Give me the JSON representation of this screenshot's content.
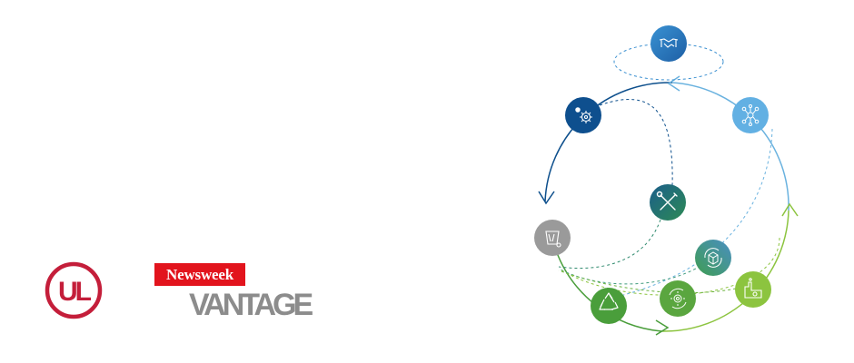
{
  "logos": {
    "ul_text": "UL",
    "newsweek_text": "Newsweek",
    "vantage_text": "VANTAGE"
  },
  "colors": {
    "ul_red": "#c41e3a",
    "newsweek_red": "#e2141d",
    "vantage_gray": "#8c8c8c",
    "dark_blue": "#0d4f8c",
    "light_blue": "#5aaee0",
    "teal": "#2f8a6e",
    "gray": "#9a9a9a",
    "green": "#4a9e3b",
    "lime": "#8cc43f"
  },
  "nodes": [
    {
      "icon": "handshake-icon",
      "color": "#2c7fc1"
    },
    {
      "icon": "network-icon",
      "color": "#62b0e3"
    },
    {
      "icon": "gears-icon",
      "color": "#0e4f8e"
    },
    {
      "icon": "tools-icon",
      "color": "#20707a"
    },
    {
      "icon": "trash-bin-icon",
      "color": "#9a9a9a"
    },
    {
      "icon": "box-cycle-icon",
      "color": "#3e9a7d"
    },
    {
      "icon": "factory-icon",
      "color": "#8cc43f"
    },
    {
      "icon": "gear-cycle-icon",
      "color": "#5aa63f"
    },
    {
      "icon": "recycle-icon",
      "color": "#4a9e3b"
    }
  ]
}
